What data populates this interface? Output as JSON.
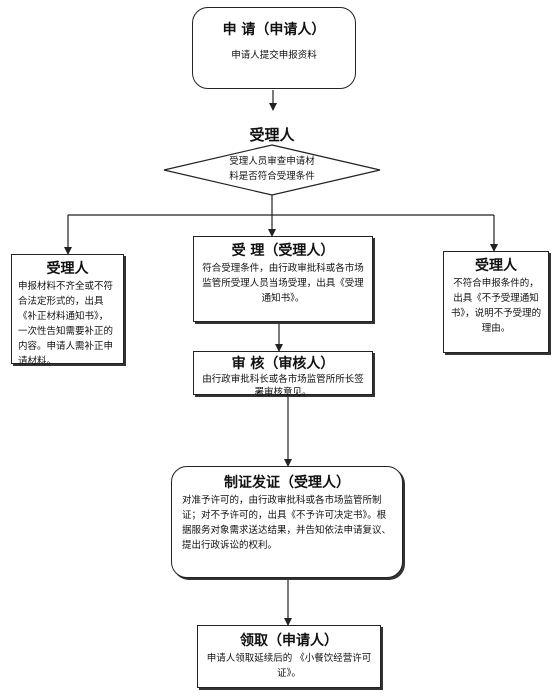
{
  "nodes": {
    "apply": {
      "title": "申 请（申请人）",
      "body": "申请人提交申报资料"
    },
    "receive": {
      "title": "受理人",
      "body_line1": "受理人员审查申请材",
      "body_line2": "料是否符合受理条件"
    },
    "left": {
      "title": "受理人",
      "body": "申报材料不齐全或不符合法定形式的，出具《补正材料通知书》，一次性告知需要补正的内容。申请人需补正申请材料。"
    },
    "accept": {
      "title": "受 理（受理人）",
      "body": "符合受理条件，由行政审批科或各市场监管所受理人员当场受理，出具《受理通知书》。"
    },
    "right": {
      "title": "受理人",
      "body": "不符合申报条件的，出具《不予受理通知书》，说明不予受理的理由。"
    },
    "review": {
      "title": "审 核（审核人）",
      "body": "由行政审批科长或各市场监管所所长签署审核意见。"
    },
    "issue": {
      "title": "制证发证（受理人）",
      "body": "对准予许可的，由行政审批科或各市场监管所制证；对不予许可的，出具《不予许可决定书》。根据服务对象需求送达结果，并告知依法申请复议、提出行政诉讼的权利。"
    },
    "collect": {
      "title": "领取（申请人）",
      "body": "申请人领取延续后的 《小餐饮经营许可证》。"
    }
  }
}
